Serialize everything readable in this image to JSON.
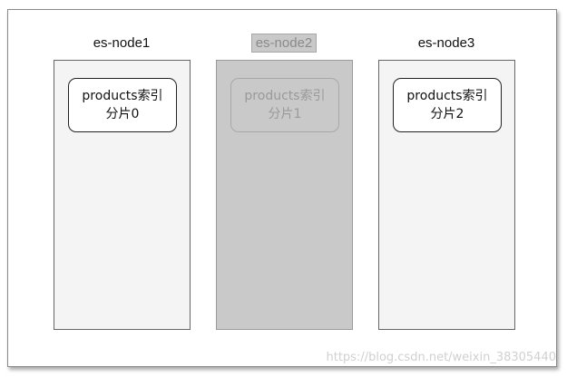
{
  "nodes": [
    {
      "label": "es-node1",
      "shard_line1": "products索引",
      "shard_line2": "分片0",
      "state": "active"
    },
    {
      "label": "es-node2",
      "shard_line1": "products索引",
      "shard_line2": "分片1",
      "state": "down"
    },
    {
      "label": "es-node3",
      "shard_line1": "products索引",
      "shard_line2": "分片2",
      "state": "active"
    }
  ],
  "watermark": "https://blog.csdn.net/weixin_38305440",
  "colors": {
    "node_fill": "#f4f4f4",
    "down_fill": "#c9c9c9",
    "shard_fill": "#ffffff"
  }
}
